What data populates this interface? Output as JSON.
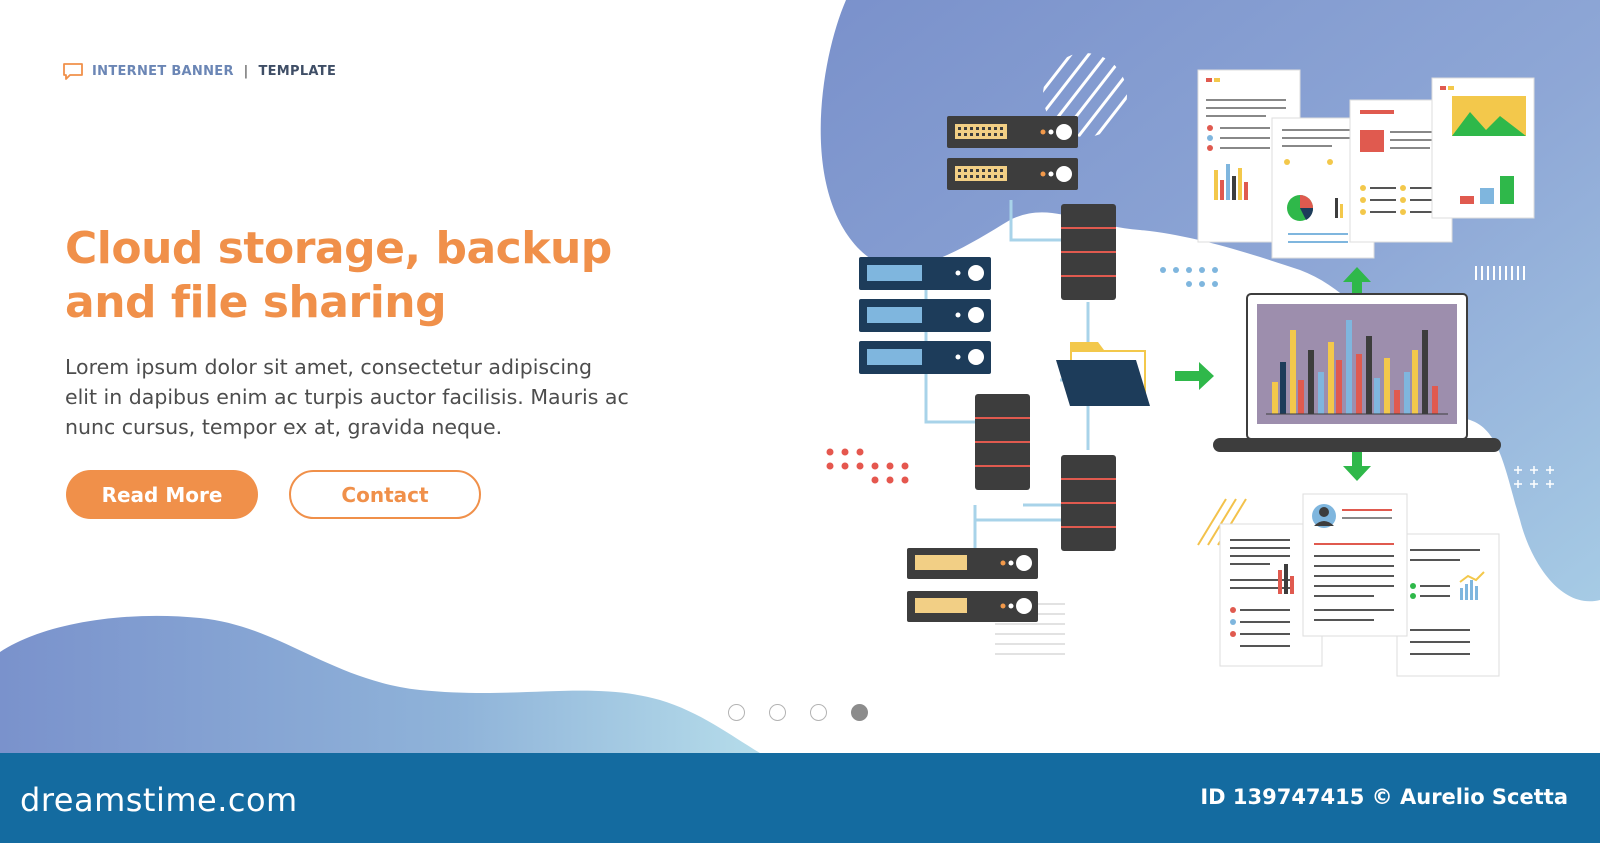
{
  "header": {
    "label_primary": "INTERNET BANNER",
    "separator": "|",
    "label_secondary": "TEMPLATE"
  },
  "hero": {
    "title_line1": "Cloud storage, backup",
    "title_line2": "and file sharing",
    "body_line1": "Lorem ipsum dolor sit amet, consectetur adipiscing",
    "body_line2": "elit in dapibus enim ac turpis auctor facilisis. Mauris ac",
    "body_line3": "nunc cursus, tempor ex at, gravida neque."
  },
  "buttons": {
    "primary_label": "Read More",
    "secondary_label": "Contact"
  },
  "carousel": {
    "total": 4,
    "active": 4
  },
  "footer": {
    "brand": "dreamstime.com",
    "credit": "ID 139747415 © Aurelio Scetta"
  },
  "colors": {
    "accent": "#f0904a",
    "blob": "#7d96cc",
    "footer": "#146ba0",
    "server_dark": "#3a3a3a",
    "server_navy": "#1d3c5a",
    "arrow": "#2fb84a"
  },
  "icons": [
    "chat-bubble-icon",
    "server-icon",
    "database-icon",
    "folder-icon",
    "laptop-icon",
    "document-icon",
    "arrow-icon",
    "avatar-icon"
  ]
}
